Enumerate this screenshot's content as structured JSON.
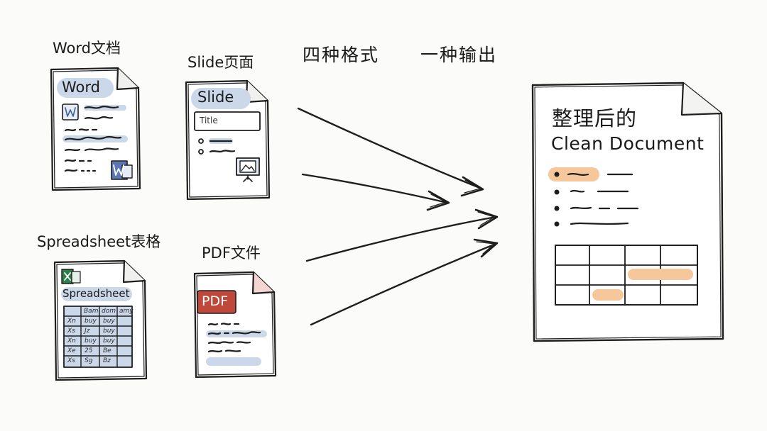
{
  "heading": {
    "formats": "四种格式",
    "output": "一种输出"
  },
  "sources": {
    "word": {
      "label": "Word文档",
      "chip": "Word"
    },
    "slide": {
      "label": "Slide页面",
      "chip": "Slide",
      "title_box": "Title"
    },
    "sheet": {
      "label": "Spreadsheet表格",
      "chip": "Spreadsheet",
      "header": [
        "Bam",
        "dom",
        "amy"
      ],
      "rows": [
        [
          "Xn",
          "buy",
          "buy"
        ],
        [
          "Xs",
          "Jz",
          "buy"
        ],
        [
          "Xn",
          "buy",
          "buy"
        ],
        [
          "Xe",
          "25",
          "Be"
        ],
        [
          "Xs",
          "Sg",
          "Bz"
        ]
      ]
    },
    "pdf": {
      "label": "PDF文件",
      "chip": "PDF"
    }
  },
  "output": {
    "title": "整理后的",
    "subtitle": "Clean Document"
  },
  "icons": [
    "word-icon",
    "excel-icon",
    "picture-icon"
  ],
  "colors": {
    "ink": "#1e1e1e",
    "blue": "#cbd8ea",
    "orange": "#f6c79a",
    "pdf_red": "#c0483b",
    "word_blue": "#5b78b4",
    "excel_green": "#2f7d4b"
  }
}
